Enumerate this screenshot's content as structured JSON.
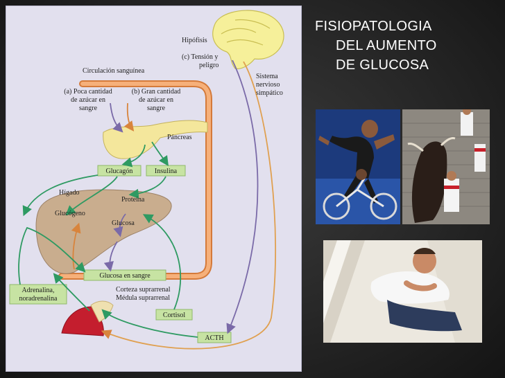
{
  "title": {
    "line1": "FISIOPATOLOGIA",
    "line2": "DEL AUMENTO",
    "line3": "DE GLUCOSA"
  },
  "diagram": {
    "hipofisis": "Hipófisis",
    "tension_line1": "(c) Tensión y",
    "tension_line2": "peligro",
    "sistema_line1": "Sistema",
    "sistema_line2": "nervioso",
    "sistema_line3": "simpático",
    "circulacion": "Circulación sanguínea",
    "poca_line1": "(a) Poca cantidad",
    "poca_line2": "de azúcar en",
    "poca_line3": "sangre",
    "gran_line1": "(b) Gran cantidad",
    "gran_line2": "de azúcar en",
    "gran_line3": "sangre",
    "pancreas": "Páncreas",
    "glucagon": "Glucagón",
    "insulina": "Insulina",
    "higado": "Hígado",
    "glucogeno": "Glucógeno",
    "proteina": "Proteína",
    "glucosa": "Glucosa",
    "glucosa_sangre": "Glucosa en sangre",
    "adrenalina_line1": "Adrenalina,",
    "adrenalina_line2": "noradrenalina",
    "corteza": "Corteza suprarrenal",
    "medula": "Médula suprarrenal",
    "cortisol": "Cortisol",
    "acth": "ACTH"
  },
  "colors": {
    "green_arrow": "#2e9a62",
    "purple_arrow": "#7a6aa8",
    "orange_arrow": "#d8843c",
    "vessel": "#f2a266",
    "label_box": "#c7e3a3",
    "liver": "#c9ad8e",
    "pancreas": "#f4e79c",
    "brain": "#f6f09a",
    "adrenal": "#c41e2e"
  },
  "photos": {
    "top_left": "sports-photo",
    "top_right": "bull-run-photo",
    "bottom": "man-in-pain-photo"
  }
}
